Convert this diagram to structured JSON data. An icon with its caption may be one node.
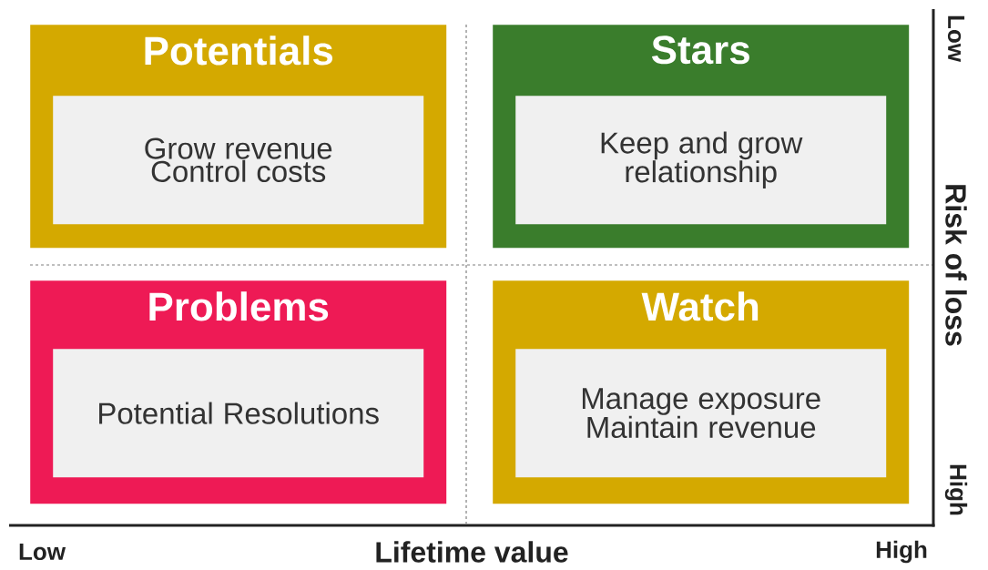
{
  "diagram": {
    "nodes": [
      {
        "text": [
          "Potentials"
        ]
      },
      {
        "text": [
          "Grow revenue Control costs"
        ],
        "in": 0
      },
      {
        "text": [
          "Stars"
        ]
      },
      {
        "text": [
          "Keep and grow relationship"
        ],
        "in": 2
      },
      {
        "text": [
          "Problems"
        ]
      },
      {
        "text": [
          "Potential Resolutions"
        ],
        "in": 4
      },
      {
        "text": [
          "Watch"
        ]
      },
      {
        "text": [
          "Manage exposure Maintain revenue"
        ],
        "in": 6
      }
    ],
    "labels": [
      "Low",
      "Risk of loss",
      "High",
      "Low",
      "Lifetime value",
      "High"
    ]
  }
}
